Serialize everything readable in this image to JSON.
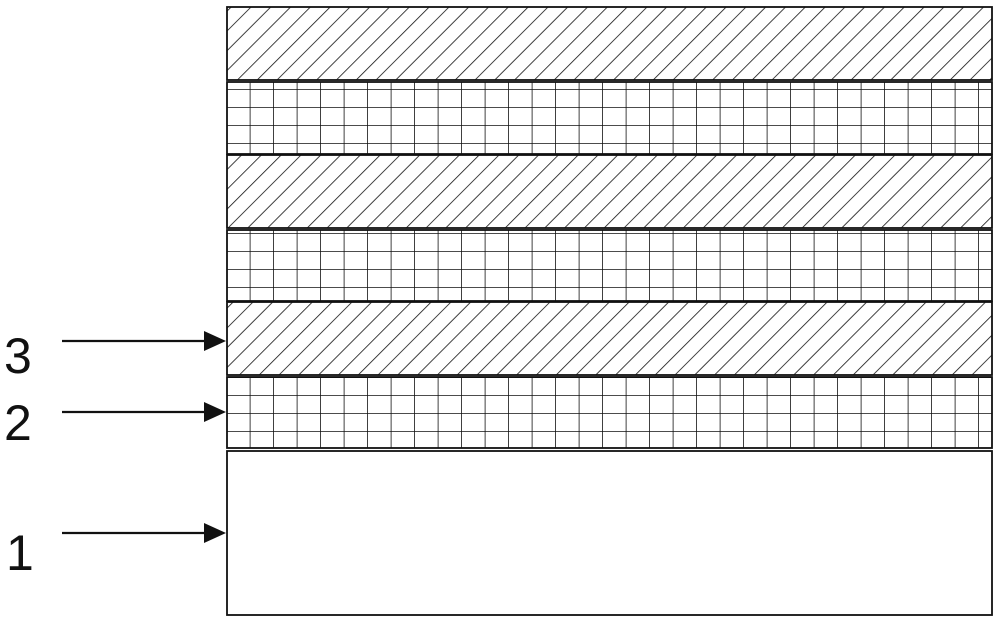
{
  "diagram": {
    "layers": [
      {
        "id": "top-hatched",
        "pattern": "diagonal-hatch"
      },
      {
        "id": "grid-upper",
        "pattern": "grid"
      },
      {
        "id": "middle-hatched",
        "pattern": "diagonal-hatch"
      },
      {
        "id": "grid-middle",
        "pattern": "grid"
      },
      {
        "id": "layer-3",
        "pattern": "diagonal-hatch"
      },
      {
        "id": "layer-2",
        "pattern": "grid"
      },
      {
        "id": "layer-1",
        "pattern": "plain"
      }
    ],
    "callouts": [
      {
        "label": "3",
        "target": "layer-3"
      },
      {
        "label": "2",
        "target": "layer-2"
      },
      {
        "label": "1",
        "target": "layer-1"
      }
    ],
    "colors": {
      "line": "#111111",
      "background": "#ffffff"
    }
  }
}
